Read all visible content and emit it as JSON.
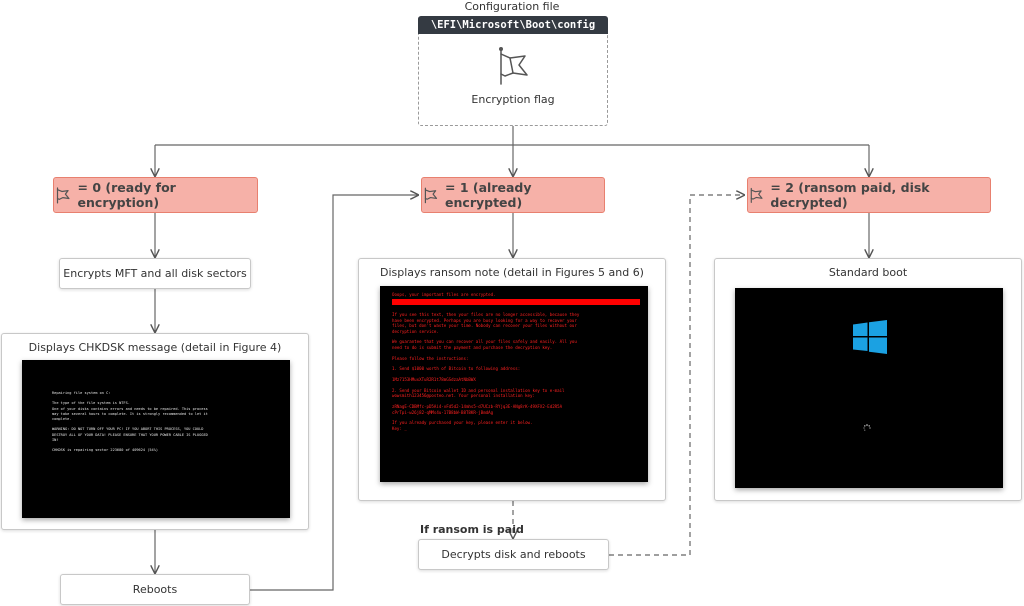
{
  "config": {
    "title": "Configuration file",
    "path": "\\EFI\\Microsoft\\Boot\\config",
    "flag_label": "Encryption flag",
    "flag_icon": "flag-icon"
  },
  "states": [
    {
      "label": "= 0 (ready for encryption)",
      "icon": "flag-icon"
    },
    {
      "label": "= 1 (already encrypted)",
      "icon": "flag-icon"
    },
    {
      "label": "= 2 (ransom paid, disk decrypted)",
      "icon": "flag-icon"
    }
  ],
  "left": {
    "encrypt_step": "Encrypts MFT and all disk sectors",
    "chkdsk_title": "Displays CHKDSK message (detail in Figure 4)",
    "reboot_step": "Reboots",
    "chkdsk_lines": [
      "Repairing file system on C:",
      "",
      "The type of the file system is NTFS.",
      "One of your disks contains errors and needs to be repaired. This process",
      "may take several hours to complete. It is strongly recommended to let it",
      "complete.",
      "",
      "WARNING: DO NOT TURN OFF YOUR PC! IF YOU ABORT THIS PROCESS, YOU COULD",
      "DESTROY ALL OF YOUR DATA! PLEASE ENSURE THAT YOUR POWER CABLE IS PLUGGED",
      "IN!",
      "",
      "CHKDSK is repairing sector 223680 of 409624 (54%)"
    ]
  },
  "middle": {
    "ransom_title": "Displays ransom note (detail in Figures 5 and 6)",
    "ransom_lines": [
      "Ooops, your important files are encrypted.",
      "",
      "If you see this text, then your files are no longer accessible, because they",
      "have been encrypted.  Perhaps you are busy looking for a way to recover your",
      "files, but don't waste your time.  Nobody can recover your files without our",
      "decryption service.",
      "",
      "We guarantee that you can recover all your files safely and easily.  All you",
      "need to do is submit the payment and purchase the decryption key.",
      "",
      "Please follow the instructions:",
      "",
      "1. Send $1000 worth of Bitcoin to following address:",
      "",
      "     1Mz7153HMuxXTuR2R1t78mGSdzaAtNbBWX",
      "",
      "2. Send your Bitcoin wallet ID and personal installation key to e-mail",
      "   wowsmith123456@posteo.net. Your personal installation key:",
      "",
      "     zRNagE-CDBMfc-pD5Ai4-vFd5d2-14mhs5-d7UCzb-RYjq3E-ANg8rK-49XFX2-Ed2R5A",
      "     cPrTpi-w26j82-qMMs4u-17B8bW-B8T8KR-jBmdAg",
      "",
      "If you already purchased your key, please enter it below.",
      "Key: _"
    ],
    "paid_label": "If ransom is paid",
    "decrypt_step": "Decrypts disk and reboots"
  },
  "right": {
    "boot_title": "Standard boot",
    "logo_icon": "windows-logo-icon",
    "spinner_icon": "loading-spinner-icon"
  },
  "colors": {
    "state_fill": "#f6b1a8",
    "state_border": "#e8806f",
    "path_bar": "#343a42",
    "ransom_text": "#ff2020",
    "windows_blue": "#1ba1e2"
  }
}
